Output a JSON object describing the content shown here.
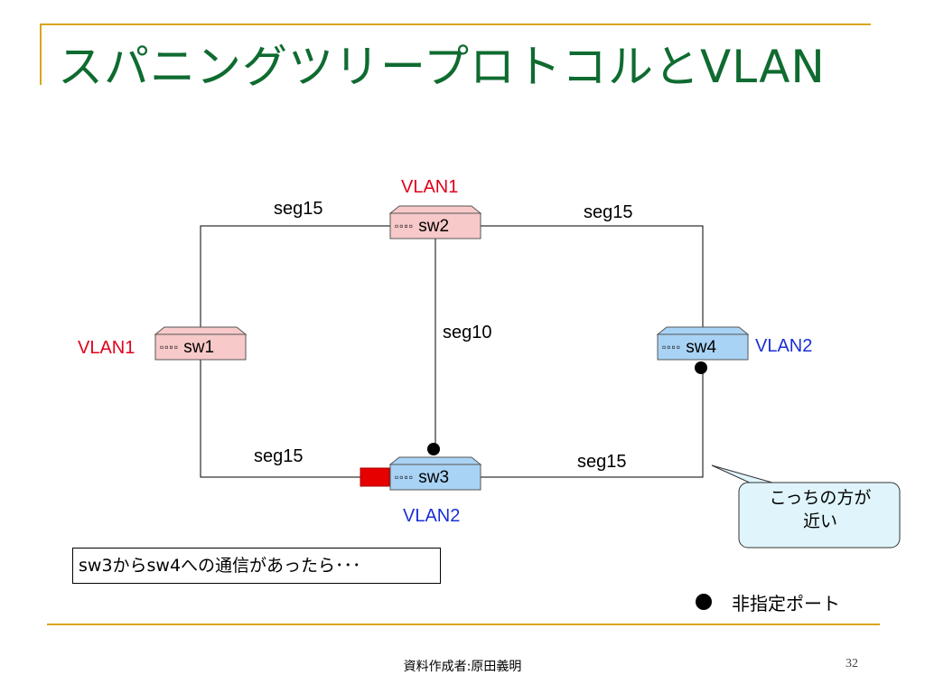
{
  "title": "スパニングツリープロトコルとVLAN",
  "switches": [
    {
      "name": "sw1",
      "ports_glyph": "▫▫▫▫",
      "vlan": "VLAN1",
      "color": "#f8c9c9"
    },
    {
      "name": "sw2",
      "ports_glyph": "▫▫▫▫",
      "vlan": "VLAN1",
      "color": "#f8c9c9"
    },
    {
      "name": "sw3",
      "ports_glyph": "▫▫▫▫",
      "vlan": "VLAN2",
      "color": "#a9d3f5"
    },
    {
      "name": "sw4",
      "ports_glyph": "▫▫▫▫",
      "vlan": "VLAN2",
      "color": "#a9d3f5"
    }
  ],
  "segments": {
    "top_left": "seg15",
    "top_right": "seg15",
    "middle": "seg10",
    "bottom_left": "seg15",
    "bottom_right": "seg15"
  },
  "callout": {
    "line1": "こっちの方が",
    "line2": "近い"
  },
  "note": "sw3からsw4への通信があったら･･･",
  "legend": {
    "label": "非指定ポート"
  },
  "footer": {
    "author": "資料作成者:原田義明",
    "page": "32"
  },
  "colors": {
    "title": "#0f6b30",
    "accent_rule": "#d9a520",
    "vlan1": "#e0001b",
    "vlan2": "#1a2fd6",
    "blocked_port": "#e60000"
  }
}
